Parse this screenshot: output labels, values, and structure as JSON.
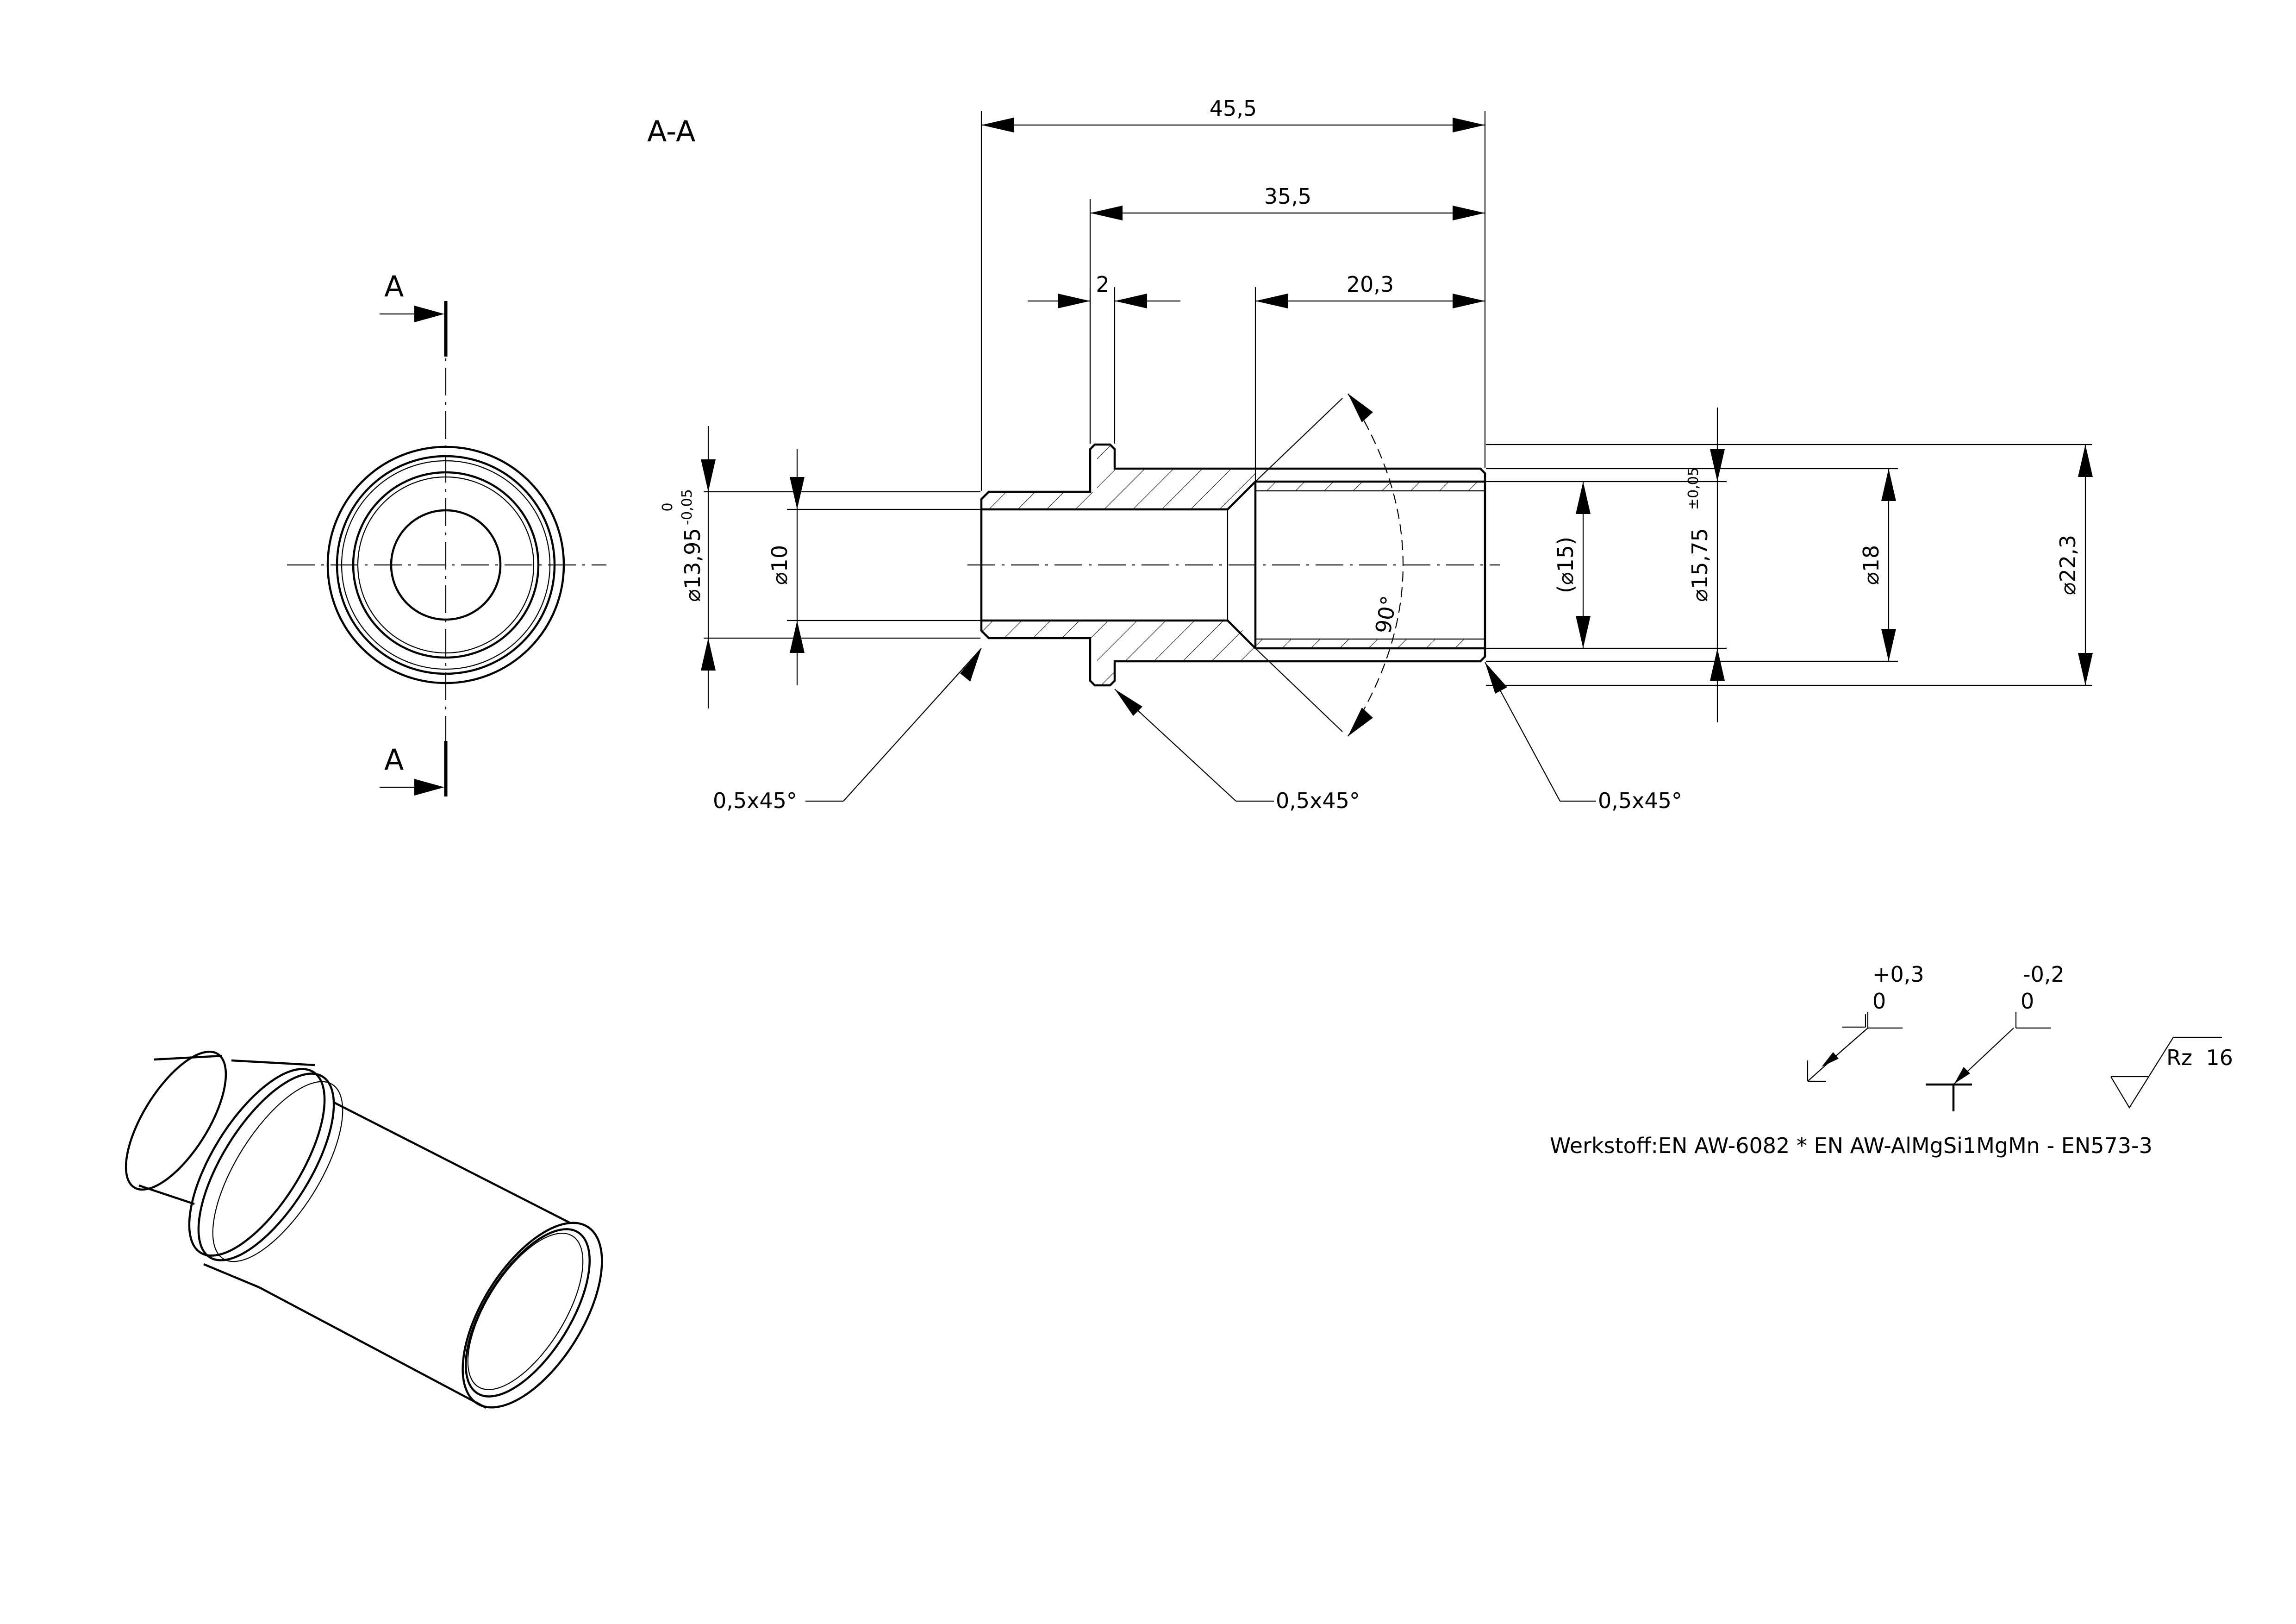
{
  "section": {
    "title": "A-A",
    "cut_letter_top": "A",
    "cut_letter_bottom": "A"
  },
  "dimensions": {
    "overall_length": "45,5",
    "body_length": "35,5",
    "collar_width": "2",
    "bore_depth": "20,3",
    "od_front_value": "13,95",
    "od_front_tol_upper": "0",
    "od_front_tol_lower": "-0,05",
    "bore_small": "10",
    "bore_ref": "15",
    "bore_large_value": "15,75",
    "bore_large_tol": "±0,05",
    "od_body": "18",
    "od_collar": "22,3",
    "angle": "90°",
    "chamfer_1": "0,5x45°",
    "chamfer_2": "0,5x45°",
    "chamfer_3": "0,5x45°",
    "diameter_symbol": "⌀"
  },
  "annotations": {
    "tol_edge_plus": "+0,3",
    "tol_edge_plus_base": "0",
    "tol_edge_minus": "-0,2",
    "tol_edge_minus_base": "0",
    "roughness": "Rz  16",
    "material": "Werkstoff:EN AW-6082 * EN AW-AlMgSi1MgMn - EN573-3"
  }
}
